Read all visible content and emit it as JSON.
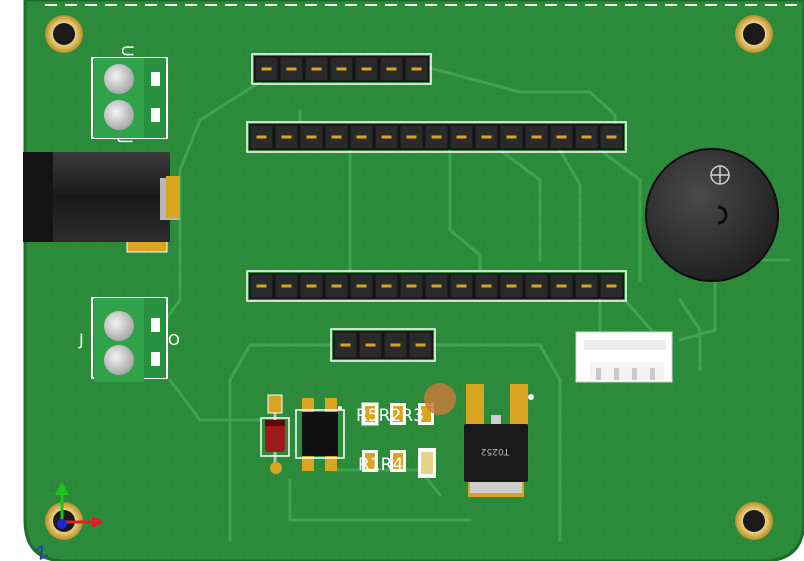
{
  "viewer": {
    "axis_label": "Z",
    "colors": {
      "board": "#2a8a3a",
      "board_dark": "#1f7530",
      "trace": "#3da04a",
      "silkscreen": "#ffffff",
      "header_body": "#1c1c1c",
      "pin_gold": "#d9a520",
      "terminal_green": "#2fa24a"
    }
  },
  "board": {
    "silkscreen": {
      "u_label": "U",
      "j_label_top": "J",
      "j_label_mid": "J",
      "o_label": "O",
      "resistor_labels": "R5R2R3",
      "resistor_labels_low": "R1R4",
      "regulator_marking": "T0252"
    },
    "headers": [
      {
        "name": "header-7pin",
        "pins": 7
      },
      {
        "name": "header-15pin-top",
        "pins": 15
      },
      {
        "name": "header-15pin-bottom",
        "pins": 15
      },
      {
        "name": "header-4pin",
        "pins": 4
      }
    ]
  }
}
